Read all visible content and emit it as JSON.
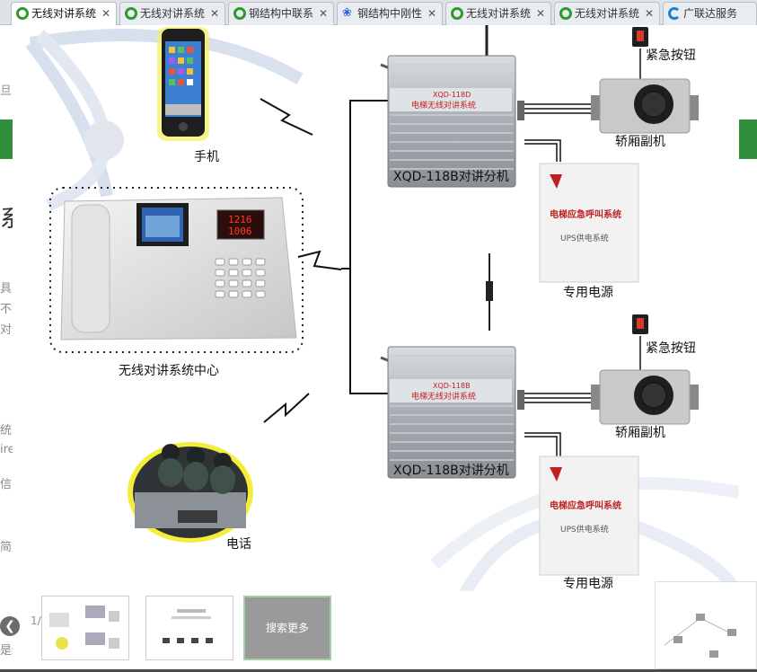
{
  "tabs": [
    {
      "label": "无线对讲系统",
      "icon": "search-icon",
      "active": true
    },
    {
      "label": "无线对讲系统",
      "icon": "search-icon"
    },
    {
      "label": "钢结构中联系",
      "icon": "search-icon"
    },
    {
      "label": "钢结构中刚性",
      "icon": "paw-icon"
    },
    {
      "label": "无线对讲系统",
      "icon": "search-icon"
    },
    {
      "label": "无线对讲系统",
      "icon": "search-icon"
    },
    {
      "label": "广联达服务",
      "icon": "browser-icon"
    }
  ],
  "diagram": {
    "phone_label": "手机",
    "center_label": "无线对讲系统中心",
    "telephone_label": "电话",
    "unit_label": "XQD-118B对讲分机",
    "emergency_label": "紧急按钮",
    "cabin_label": "轿厢副机",
    "power_label": "专用电源",
    "power_box_title": "电梯应急呼叫系统",
    "power_box_sub": "UPS供电系统",
    "unit_model_top": "XQD-118D",
    "unit_model_bottom": "XQD-118B",
    "unit_plate_text": "电梯无线对讲系统",
    "display_line1": "1216",
    "display_line2": "1006"
  },
  "thumbnails": {
    "search_more": "搜索更多"
  },
  "page_counter": "1/",
  "bg_fragments": [
    "系",
    "旦",
    "具有",
    "不独",
    "对信",
    "统",
    "ire",
    "信",
    "简",
    "是统"
  ]
}
